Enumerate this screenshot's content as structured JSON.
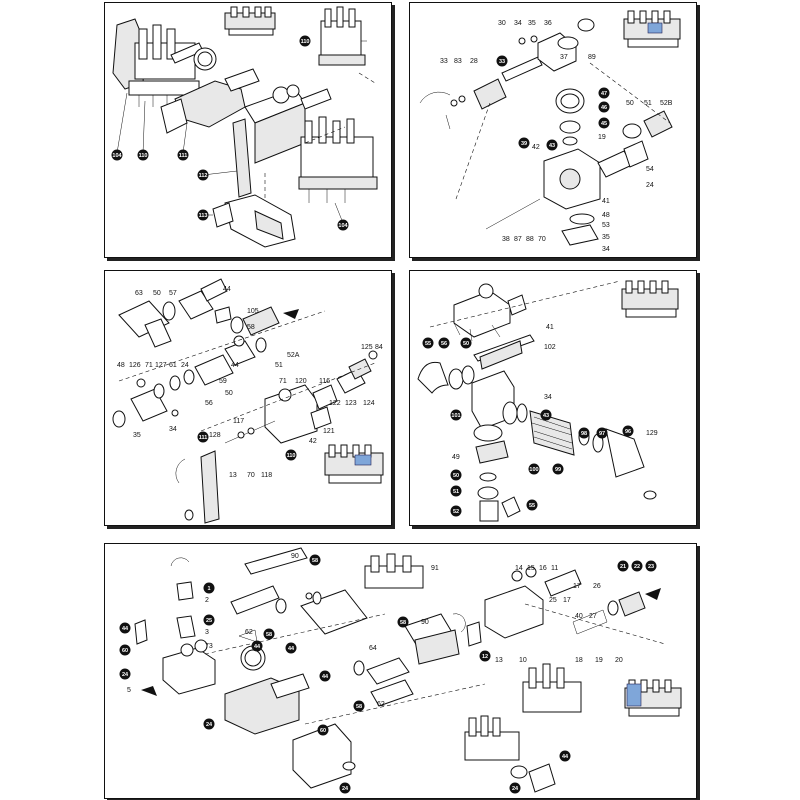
{
  "panels": [
    {
      "id": "p1",
      "labels": [],
      "badges": [
        "104",
        "110",
        "111",
        "110",
        "112",
        "113",
        "104"
      ]
    },
    {
      "id": "p2",
      "labels": [
        "30",
        "34",
        "35",
        "36",
        "89",
        "37",
        "33",
        "83",
        "28",
        "50",
        "51",
        "52B",
        "42",
        "19",
        "54",
        "24",
        "41",
        "48",
        "53",
        "35",
        "34",
        "38",
        "87",
        "88",
        "70"
      ],
      "badges": [
        "33",
        "47",
        "46",
        "45",
        "39",
        "43"
      ]
    },
    {
      "id": "p3",
      "labels": [
        "63",
        "50",
        "57",
        "44",
        "105",
        "58",
        "52A",
        "51",
        "48",
        "126",
        "71",
        "127",
        "61",
        "24",
        "59",
        "44",
        "56",
        "50",
        "125",
        "84",
        "71",
        "120",
        "116",
        "122",
        "123",
        "124",
        "35",
        "34",
        "128",
        "117",
        "121",
        "42",
        "13",
        "70",
        "118"
      ],
      "badges": [
        "111",
        "110"
      ]
    },
    {
      "id": "p4",
      "labels": [
        "41",
        "102",
        "34",
        "49",
        "129"
      ],
      "badges": [
        "55",
        "56",
        "50",
        "101",
        "43",
        "100",
        "98",
        "97",
        "96",
        "99",
        "50",
        "51",
        "52",
        "55"
      ]
    },
    {
      "id": "p5",
      "labels": [
        "90",
        "91",
        "2",
        "3",
        "73",
        "5",
        "62",
        "90",
        "64",
        "62",
        "14",
        "15",
        "16",
        "11",
        "17",
        "26",
        "25",
        "17",
        "40",
        "27",
        "18",
        "19",
        "20",
        "13",
        "10"
      ],
      "badges": [
        "1",
        "25",
        "44",
        "60",
        "24",
        "24",
        "58",
        "58",
        "44",
        "44",
        "58",
        "58",
        "12",
        "21",
        "22",
        "23",
        "44",
        "60",
        "24",
        "44",
        "24"
      ]
    }
  ]
}
